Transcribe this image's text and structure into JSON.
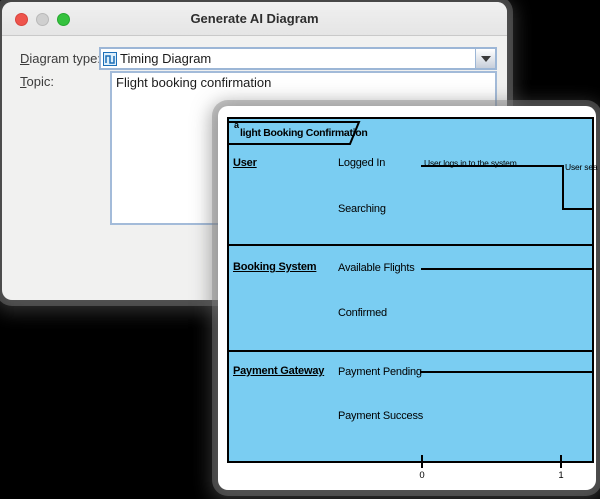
{
  "dialog": {
    "title": "Generate AI Diagram",
    "traffic_lights": {
      "close_color": "#ee544c",
      "minimize_color": "#cfcfcf",
      "zoom_color": "#35c23e"
    },
    "fields": {
      "diagram_type": {
        "label_mnemonic": "D",
        "label_rest": "iagram type:",
        "value": "Timing Diagram",
        "icon": "timing-diagram-icon"
      },
      "topic": {
        "label_mnemonic": "T",
        "label_rest": "opic:",
        "value": "Flight booking confirmation"
      }
    },
    "colors": {
      "focus_border": "#9cb6d6",
      "background": "#f1f1f0"
    }
  },
  "diagram_window": {
    "frame": {
      "superscript": "a",
      "label": "light Booking Confirmation"
    },
    "fill_color": "#7acdf2",
    "lanes": [
      {
        "name": "User",
        "states": {
          "0": "Logged In",
          "1": "Searching"
        },
        "annotations": {
          "0": "User logs in to the system",
          "1": "User sea"
        }
      },
      {
        "name": "Booking System",
        "states": {
          "0": "Available Flights",
          "1": "Confirmed"
        }
      },
      {
        "name": "Payment Gateway",
        "states": {
          "0": "Payment Pending",
          "1": "Payment Success"
        }
      }
    ],
    "time_axis": {
      "ticks": {
        "0": "0",
        "1": "1"
      }
    }
  }
}
